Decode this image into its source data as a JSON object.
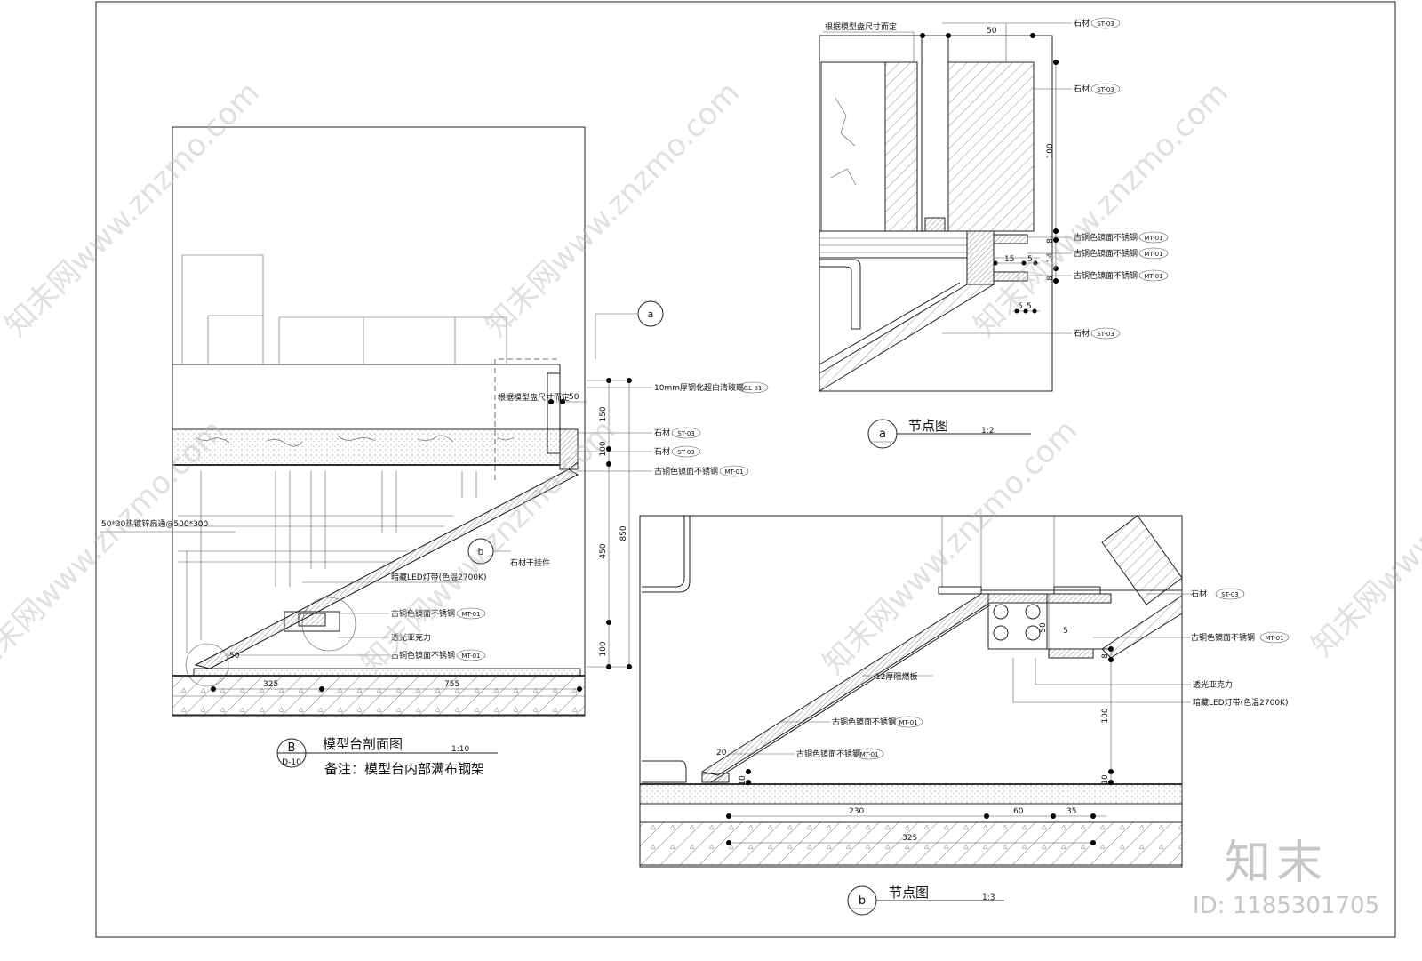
{
  "watermark": {
    "url_text": "知末网www.znzmo.com",
    "brand": "知末",
    "id_text": "ID: 1185301705"
  },
  "section_b_main": {
    "title": "模型台剖面图",
    "scale": "1:10",
    "ref_letter": "B",
    "ref_sheet": "D-10",
    "note": "备注：模型台内部满布钢架",
    "callout_a": "a",
    "callout_b": "b",
    "labels": {
      "glass": "10mm厚钢化超白清玻璃",
      "glass_tag": "GL-01",
      "stone1": "石材",
      "stone1_tag": "ST-03",
      "stone2": "石材",
      "stone2_tag": "ST-03",
      "steel1": "古铜色镜面不锈钢",
      "steel1_tag": "MT-01",
      "frame": "50*30热镀锌扁通@500*300",
      "stone_hanger": "石材干挂件",
      "led": "暗藏LED灯带(色温2700K)",
      "steel2": "古铜色镜面不锈钢",
      "steel2_tag": "MT-01",
      "diffuser": "透光亚克力",
      "steel3": "古铜色镜面不锈钢",
      "steel3_tag": "MT-01",
      "model_note": "根据模型盘尺寸而定"
    },
    "dims": {
      "d50": "50",
      "d150": "150",
      "d100a": "100",
      "d850": "850",
      "d450": "450",
      "d100b": "100",
      "d325": "325",
      "d755": "755",
      "d50b": "50"
    }
  },
  "node_a": {
    "title": "节点图",
    "scale": "1:2",
    "ref_letter": "a",
    "labels": {
      "model_note": "根据模型盘尺寸而定",
      "stone_top": "石材",
      "stone_top_tag": "ST-03",
      "stone_mid": "石材",
      "stone_mid_tag": "ST-03",
      "steel1": "古铜色镜面不锈钢",
      "steel1_tag": "MT-01",
      "steel2": "古铜色镜面不锈钢",
      "steel2_tag": "MT-01",
      "steel3": "古铜色镜面不锈钢",
      "steel3_tag": "MT-01",
      "stone_bot": "石材",
      "stone_bot_tag": "ST-03"
    },
    "dims": {
      "d50": "50",
      "d100": "100",
      "d8a": "8",
      "d14": "14",
      "d8b": "8",
      "d15": "15",
      "d5a": "5",
      "d5b": "5",
      "d5c": "5"
    }
  },
  "node_b": {
    "title": "节点图",
    "scale": "1:3",
    "ref_letter": "b",
    "labels": {
      "stone": "石材",
      "stone_tag": "ST-03",
      "steel1": "古铜色镜面不锈钢",
      "steel1_tag": "MT-01",
      "board": "12厚阻燃板",
      "diffuser": "透光亚克力",
      "led": "暗藏LED灯带(色温2700K)",
      "steel2": "古铜色镜面不锈钢",
      "steel2_tag": "MT-01",
      "steel3": "古铜色镜面不锈钢",
      "steel3_tag": "MT-01"
    },
    "dims": {
      "d5": "5",
      "d50": "50",
      "d8": "8",
      "d100": "100",
      "d20": "20",
      "d10a": "10",
      "d10b": "10",
      "d230": "230",
      "d60": "60",
      "d35": "35",
      "d325": "325"
    }
  }
}
